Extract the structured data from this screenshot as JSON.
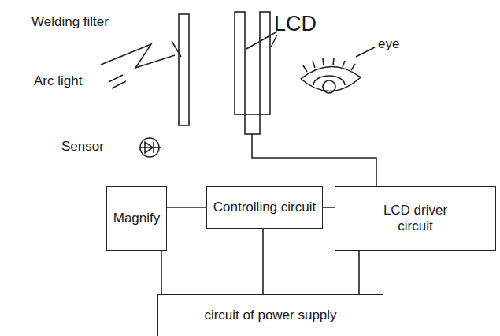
{
  "diagram": {
    "nodes": [
      {
        "text": [
          "Magnify"
        ]
      },
      {
        "text": [
          "Controlling circuit"
        ]
      },
      {
        "text": [
          "LCD driver circuit"
        ]
      },
      {
        "text": [
          "circuit of power supply"
        ]
      }
    ],
    "edges": [
      {
        "from": 0,
        "to": 1,
        "arrow": "none"
      },
      {
        "from": 1,
        "to": 2,
        "arrow": "none"
      },
      {
        "from": 0,
        "to": 3,
        "arrow": "none"
      },
      {
        "from": 1,
        "to": 3,
        "arrow": "none"
      },
      {
        "from": 2,
        "to": 3,
        "arrow": "none"
      }
    ],
    "labels": [
      "Welding filter",
      "LCD",
      "Arc light",
      "Sensor",
      "eye"
    ]
  }
}
